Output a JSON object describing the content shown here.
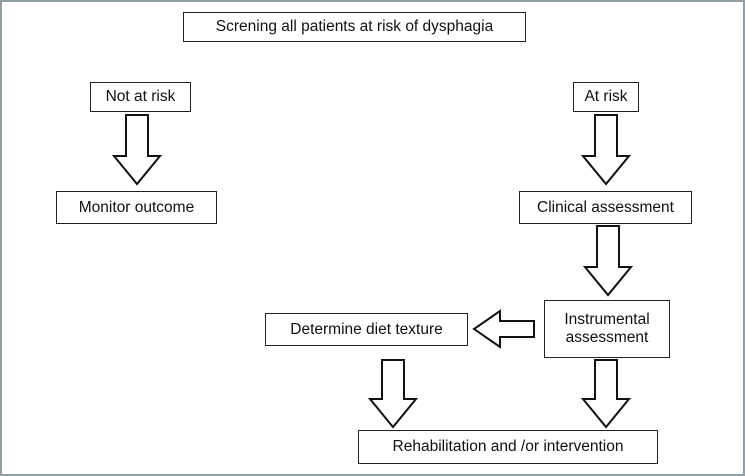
{
  "nodes": {
    "screening": "Screning all patients at risk of dysphagia",
    "not_at_risk": "Not at risk",
    "at_risk": "At risk",
    "monitor_outcome": "Monitor outcome",
    "clinical_assessment": "Clinical assessment",
    "instrumental_assessment_line1": "Instrumental",
    "instrumental_assessment_line2": "assessment",
    "determine_diet_texture": "Determine diet texture",
    "rehabilitation": "Rehabilitation and /or intervention"
  }
}
